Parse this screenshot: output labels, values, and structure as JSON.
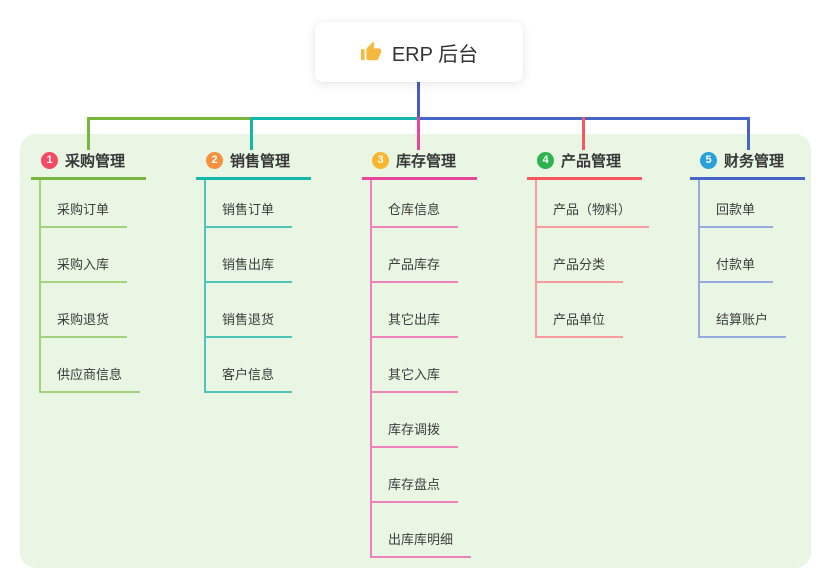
{
  "root": {
    "label": "ERP 后台",
    "icon": "thumbs-up-icon",
    "icon_color": "#f5b940",
    "connector_color": "#4a5ac6"
  },
  "branches": [
    {
      "badge": "1",
      "label": "采购管理",
      "badge_color": "#f44a64",
      "line_color": "#79b63d",
      "child_line_color": "#a2d27f",
      "children": [
        "采购订单",
        "采购入库",
        "采购退货",
        "供应商信息"
      ]
    },
    {
      "badge": "2",
      "label": "销售管理",
      "badge_color": "#f6903d",
      "line_color": "#14b8ab",
      "child_line_color": "#4fc4bb",
      "children": [
        "销售订单",
        "销售出库",
        "销售退货",
        "客户信息"
      ]
    },
    {
      "badge": "3",
      "label": "库存管理",
      "badge_color": "#f8b62d",
      "line_color": "#e8459c",
      "child_line_color": "#ee82bd",
      "children": [
        "仓库信息",
        "产品库存",
        "其它出库",
        "其它入库",
        "库存调拨",
        "库存盘点",
        "出库库明细"
      ]
    },
    {
      "badge": "4",
      "label": "产品管理",
      "badge_color": "#2eb44f",
      "line_color": "#f8575d",
      "child_line_color": "#f99a9c",
      "children": [
        "产品（物料）",
        "产品分类",
        "产品单位"
      ]
    },
    {
      "badge": "5",
      "label": "财务管理",
      "badge_color": "#29a0da",
      "line_color": "#4566c8",
      "child_line_color": "#96abdf",
      "children": [
        "回款单",
        "付款单",
        "结算账户"
      ]
    }
  ],
  "colors": {
    "canvas_bg": "#ffffff",
    "panel_bg": "#e9f6e3",
    "text": "#3a3a3a"
  }
}
